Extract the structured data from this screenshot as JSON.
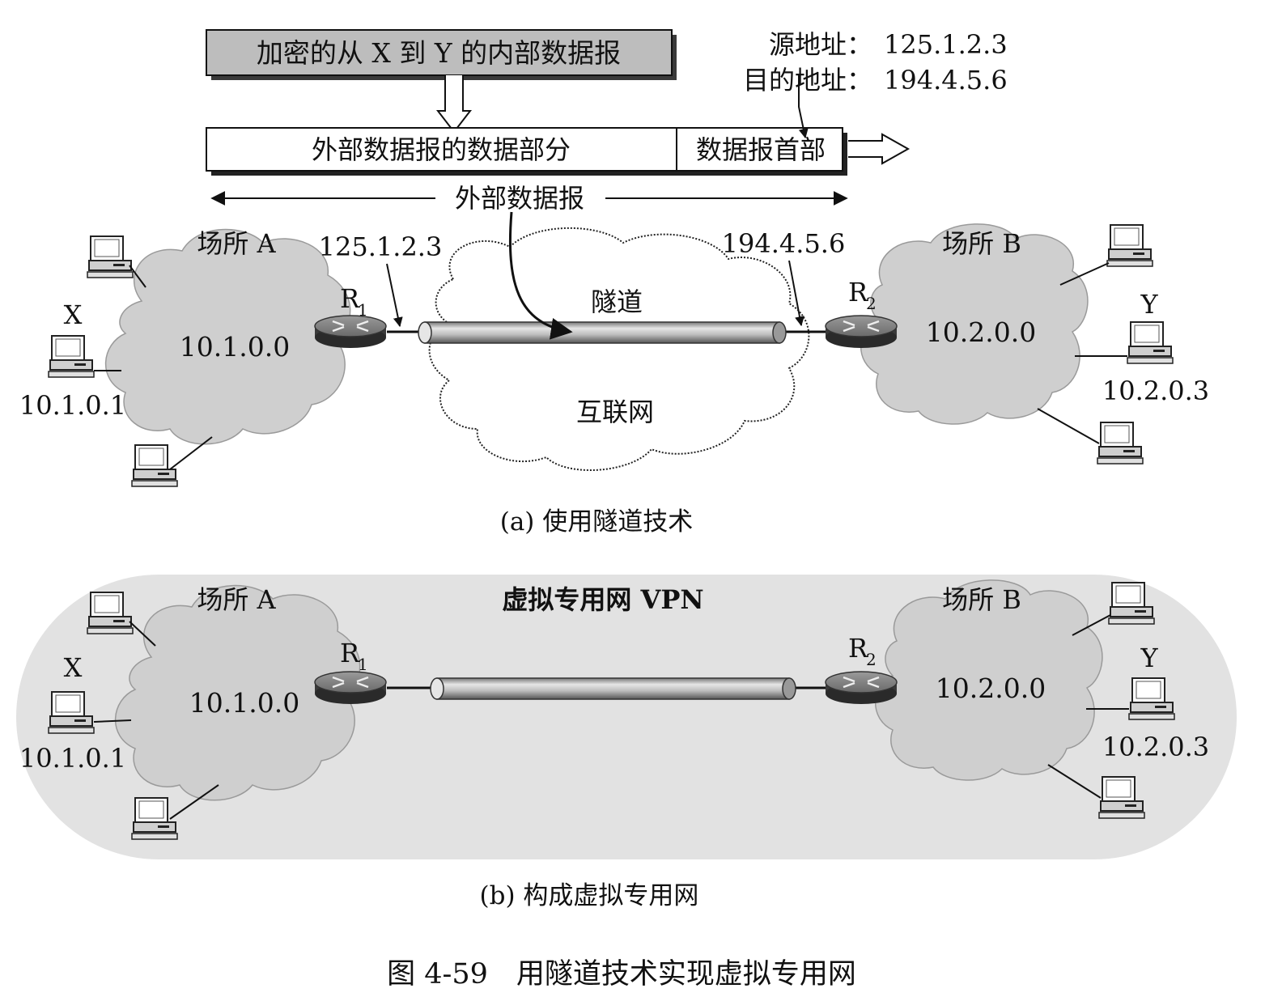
{
  "top": {
    "encrypted_datagram": "加密的从 X 到 Y 的内部数据报",
    "outer_data_part": "外部数据报的数据部分",
    "outer_header": "数据报首部",
    "outer_datagram": "外部数据报",
    "src_label": "源地址：",
    "src_value": "125.1.2.3",
    "dst_label": "目的地址：",
    "dst_value": "194.4.5.6"
  },
  "panel_a": {
    "site_a": "场所 A",
    "site_b": "场所 B",
    "net_a": "10.1.0.0",
    "net_b": "10.2.0.0",
    "r1_ip": "125.1.2.3",
    "r2_ip": "194.4.5.6",
    "router_1": "R",
    "router_1_sub": "1",
    "router_2": "R",
    "router_2_sub": "2",
    "host_x": "X",
    "host_x_ip": "10.1.0.1",
    "host_y": "Y",
    "host_y_ip": "10.2.0.3",
    "tunnel": "隧道",
    "internet": "互联网",
    "caption": "(a) 使用隧道技术"
  },
  "panel_b": {
    "site_a": "场所 A",
    "site_b": "场所 B",
    "net_a": "10.1.0.0",
    "net_b": "10.2.0.0",
    "router_1": "R",
    "router_1_sub": "1",
    "router_2": "R",
    "router_2_sub": "2",
    "host_x": "X",
    "host_x_ip": "10.1.0.1",
    "host_y": "Y",
    "host_y_ip": "10.2.0.3",
    "vpn": "虚拟专用网 VPN",
    "caption": "(b) 构成虚拟专用网"
  },
  "figure_caption": "图 4-59　用隧道技术实现虚拟专用网",
  "colors": {
    "cloud_fill": "#cfcfcf",
    "vpn_band": "#e2e2e2",
    "header_box": "#bdbdbd",
    "ink": "#111111"
  }
}
